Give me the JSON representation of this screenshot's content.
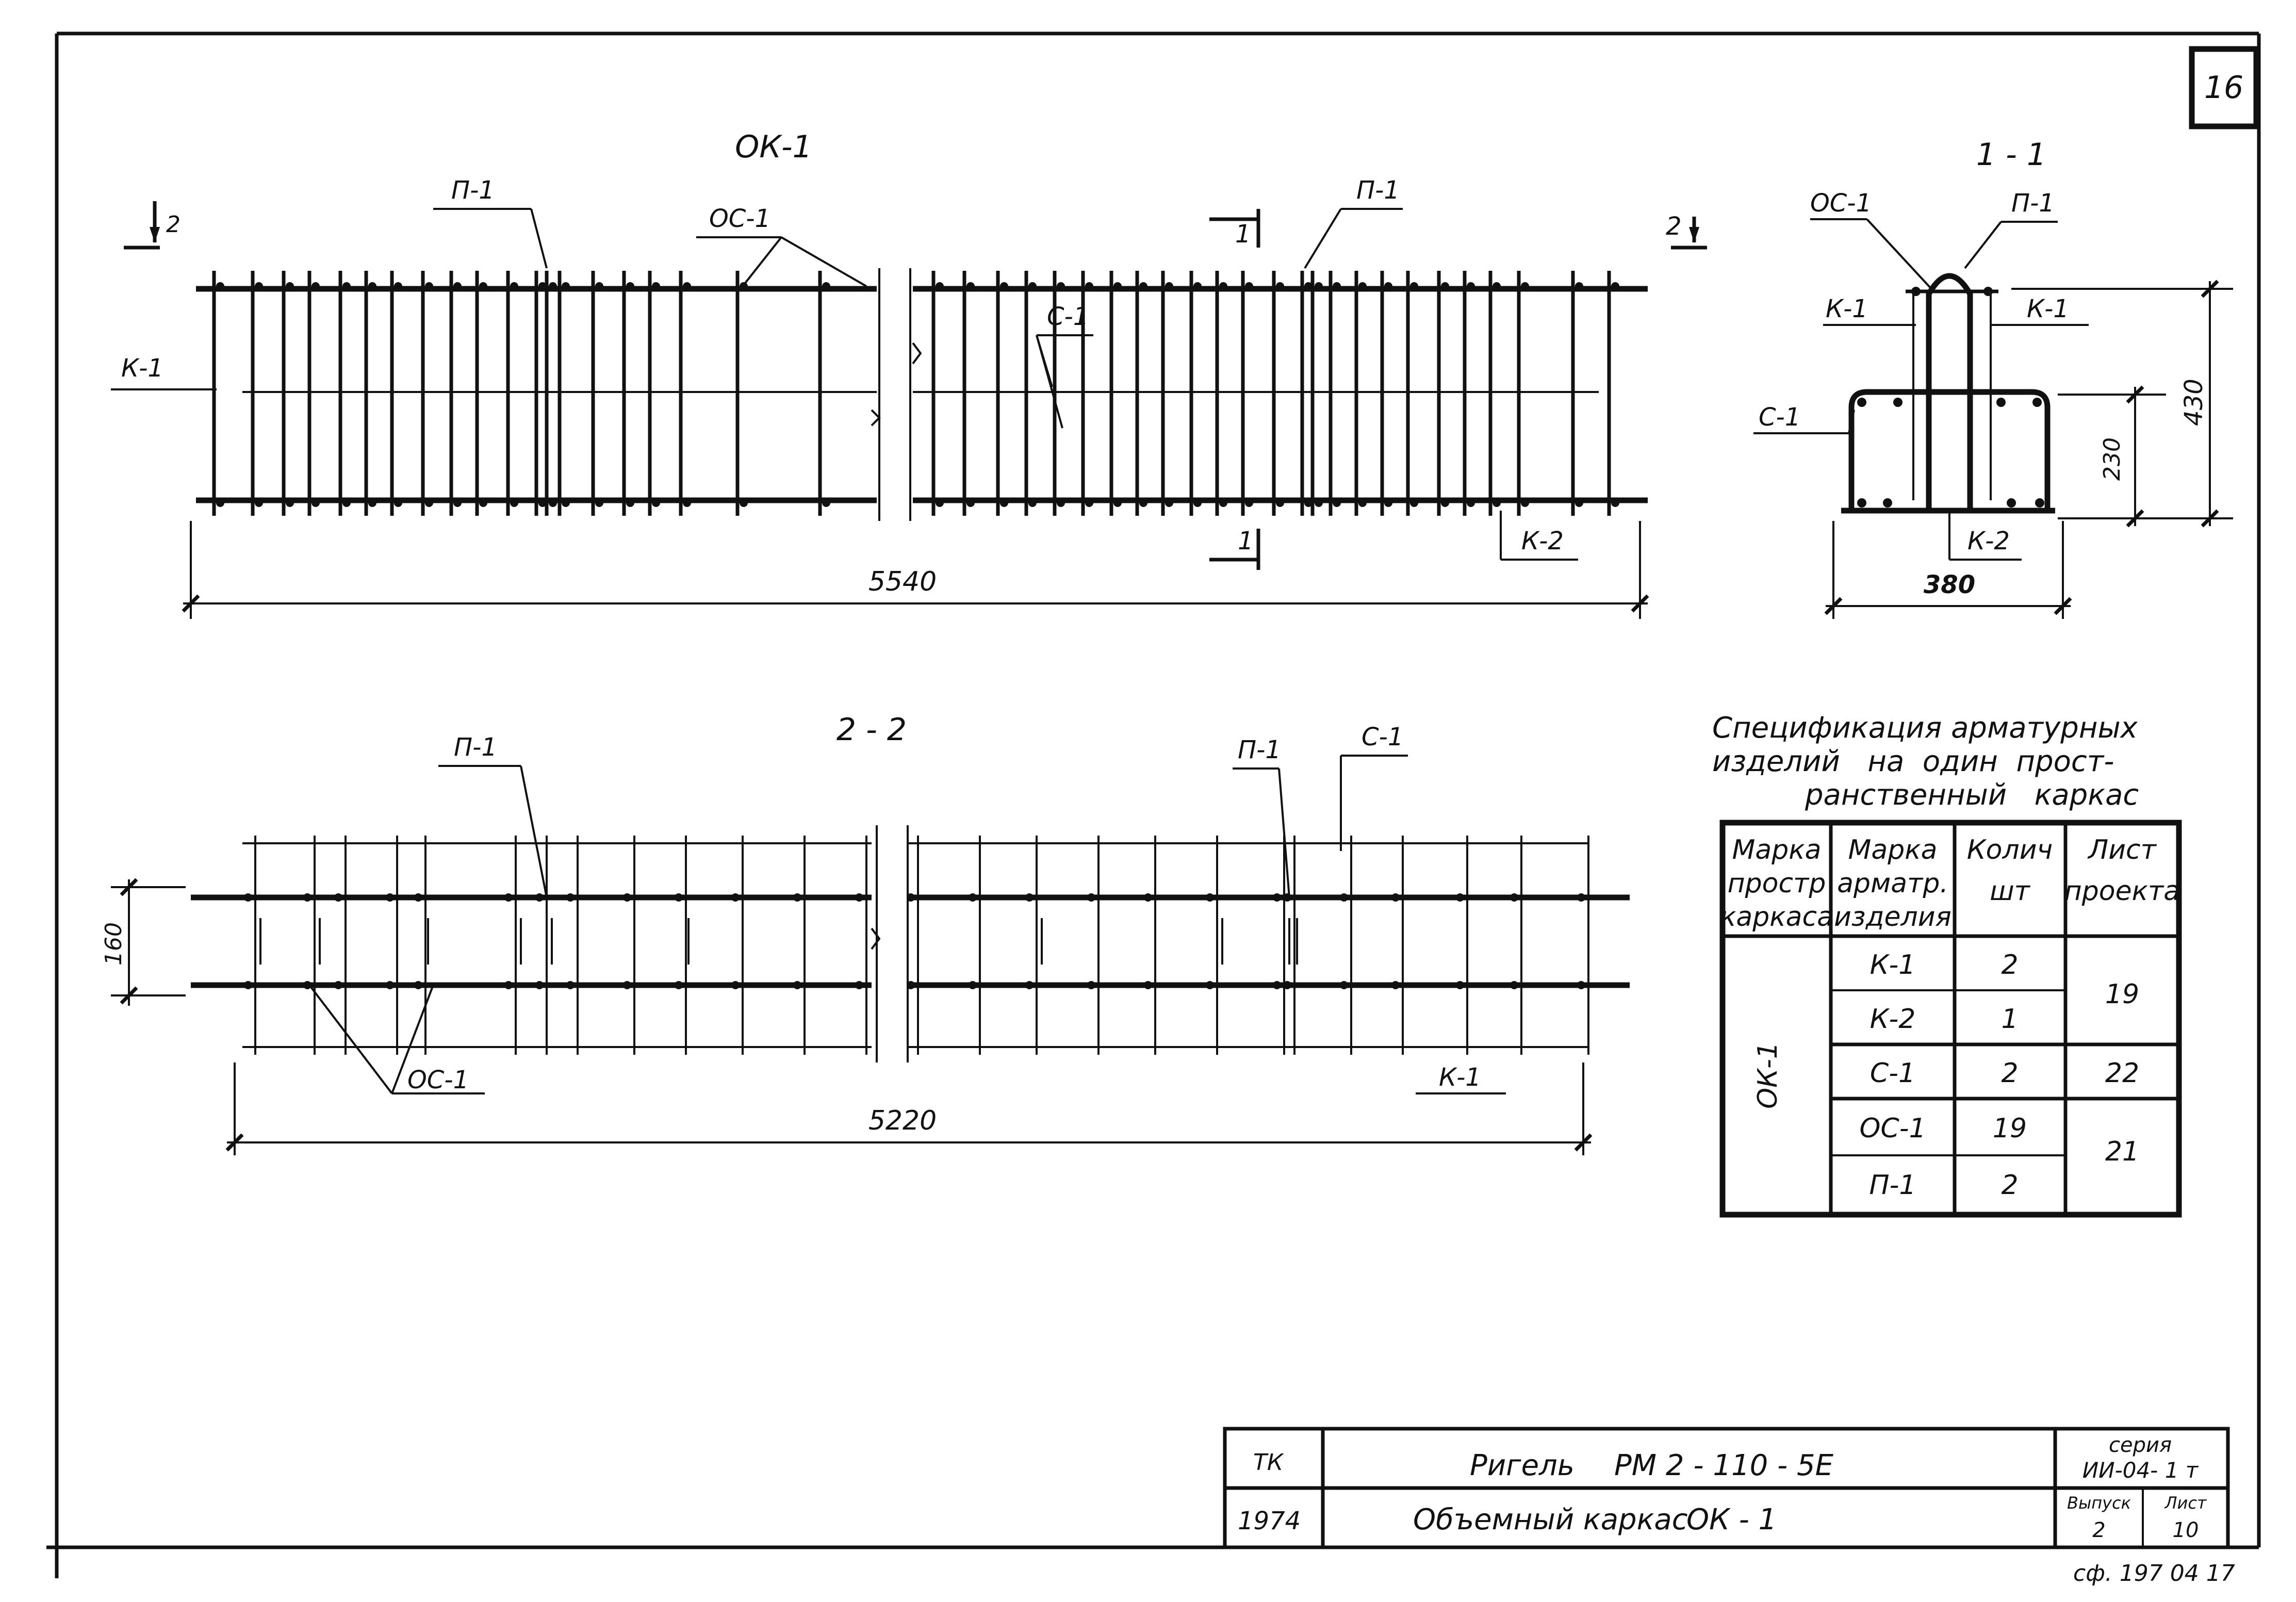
{
  "sheet_number": "16",
  "views": {
    "elevation": {
      "title": "ОК-1",
      "labels": {
        "p1_left": "П-1",
        "oc1": "ОС-1",
        "p1_right": "П-1",
        "k1": "К-1",
        "c1": "С-1",
        "k2": "К-2"
      },
      "section_marks": {
        "s2_left": "2",
        "s2_right": "2",
        "s1_top": "1",
        "s1_bottom": "1"
      },
      "dim_length": "5540"
    },
    "section_1_1": {
      "title": "1 - 1",
      "labels": {
        "oc1": "ОС-1",
        "p1": "П-1",
        "k1_left": "К-1",
        "k1_right": "К-1",
        "c1": "С-1",
        "k2": "К-2"
      },
      "dim_height_total": "430",
      "dim_height_lower": "230",
      "dim_width": "380"
    },
    "plan_2_2": {
      "title": "2 - 2",
      "labels": {
        "p1_left": "П-1",
        "p1_right": "П-1",
        "c1": "С-1",
        "oc1": "ОС-1",
        "k1": "К-1"
      },
      "dim_width": "160",
      "dim_length": "5220"
    }
  },
  "spec": {
    "title_lines": [
      "Спецификация арматурных",
      "изделий   на  один  прост-",
      "ранственный   каркас"
    ],
    "headers": [
      [
        "Марка",
        "простр",
        "каркаса"
      ],
      [
        "Марка",
        "арматр.",
        "изделия"
      ],
      [
        "Колич",
        "шт"
      ],
      [
        "Лист",
        "проекта"
      ]
    ],
    "frame_mark": "ОК-1",
    "rows": [
      {
        "mark": "К-1",
        "qty": "2"
      },
      {
        "mark": "К-2",
        "qty": "1"
      },
      {
        "mark": "С-1",
        "qty": "2"
      },
      {
        "mark": "ОС-1",
        "qty": "19"
      },
      {
        "mark": "П-1",
        "qty": "2"
      }
    ],
    "sheet_refs": [
      "19",
      "22",
      "21"
    ]
  },
  "title_block": {
    "org": "ТК",
    "year": "1974",
    "line1_name": "Ригель",
    "line1_code": "РМ 2 - 110 - 5Е",
    "line2_name": "Объемный  каркас",
    "line2_code": "ОК - 1",
    "series_label": "серия",
    "series_value": "ИИ-04- 1 т",
    "issue_label": "Выпуск",
    "issue_value": "2",
    "sheet_label": "Лист",
    "sheet_value": "10"
  },
  "footer_code": "сф. 197 04 17"
}
